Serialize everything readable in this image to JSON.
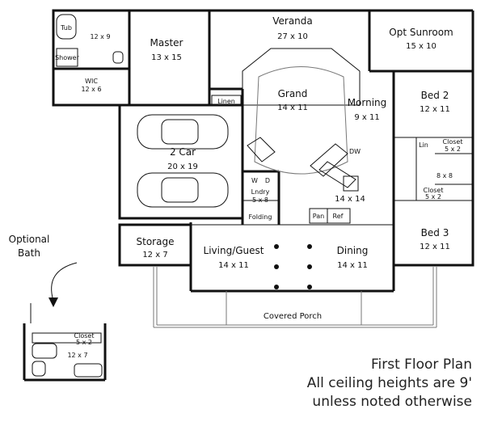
{
  "rooms": {
    "master": {
      "name": "Master",
      "size": "13 x 15"
    },
    "tub": {
      "name": "Tub"
    },
    "shower": {
      "name": "Shower"
    },
    "bath": {
      "size": "12 x 9"
    },
    "wic": {
      "name": "WIC",
      "size": "12 x 6"
    },
    "veranda": {
      "name": "Veranda",
      "size": "27 x 10"
    },
    "sunroom": {
      "name": "Opt Sunroom",
      "size": "15 x 10"
    },
    "grand": {
      "name": "Grand",
      "size": "14 x 11"
    },
    "morning": {
      "name": "Morning",
      "size": "9 x 11"
    },
    "linen": {
      "name": "Linen"
    },
    "bed2": {
      "name": "Bed 2",
      "size": "12 x 11"
    },
    "closet_a": {
      "name": "Closet",
      "size": "5 x 2"
    },
    "lin": {
      "name": "Lin"
    },
    "bath2": {
      "size": "8 x 8"
    },
    "closet_b": {
      "name": "Closet",
      "size": "5 x 2"
    },
    "bed3": {
      "name": "Bed 3",
      "size": "12 x 11"
    },
    "garage": {
      "name": "2 Car",
      "size": "20 x 19"
    },
    "dw": {
      "name": "DW"
    },
    "w": {
      "name": "W"
    },
    "d": {
      "name": "D"
    },
    "laundry": {
      "name": "Lndry",
      "size": "5 x 8"
    },
    "folding": {
      "name": "Folding"
    },
    "kitchen": {
      "size": "14 x 14"
    },
    "pan": {
      "name": "Pan"
    },
    "ref": {
      "name": "Ref"
    },
    "storage": {
      "name": "Storage",
      "size": "12 x 7"
    },
    "living": {
      "name": "Living/Guest",
      "size": "14 x 11"
    },
    "dining": {
      "name": "Dining",
      "size": "14 x 11"
    },
    "porch": {
      "name": "Covered Porch"
    }
  },
  "optional_bath": {
    "label_line1": "Optional",
    "label_line2": "Bath",
    "closet": {
      "name": "Closet",
      "size": "5 x 2"
    },
    "bath": {
      "size": "12 x 7"
    }
  },
  "caption": {
    "line1": "First Floor Plan",
    "line2": "All ceiling heights are 9'",
    "line3": "unless noted otherwise"
  }
}
